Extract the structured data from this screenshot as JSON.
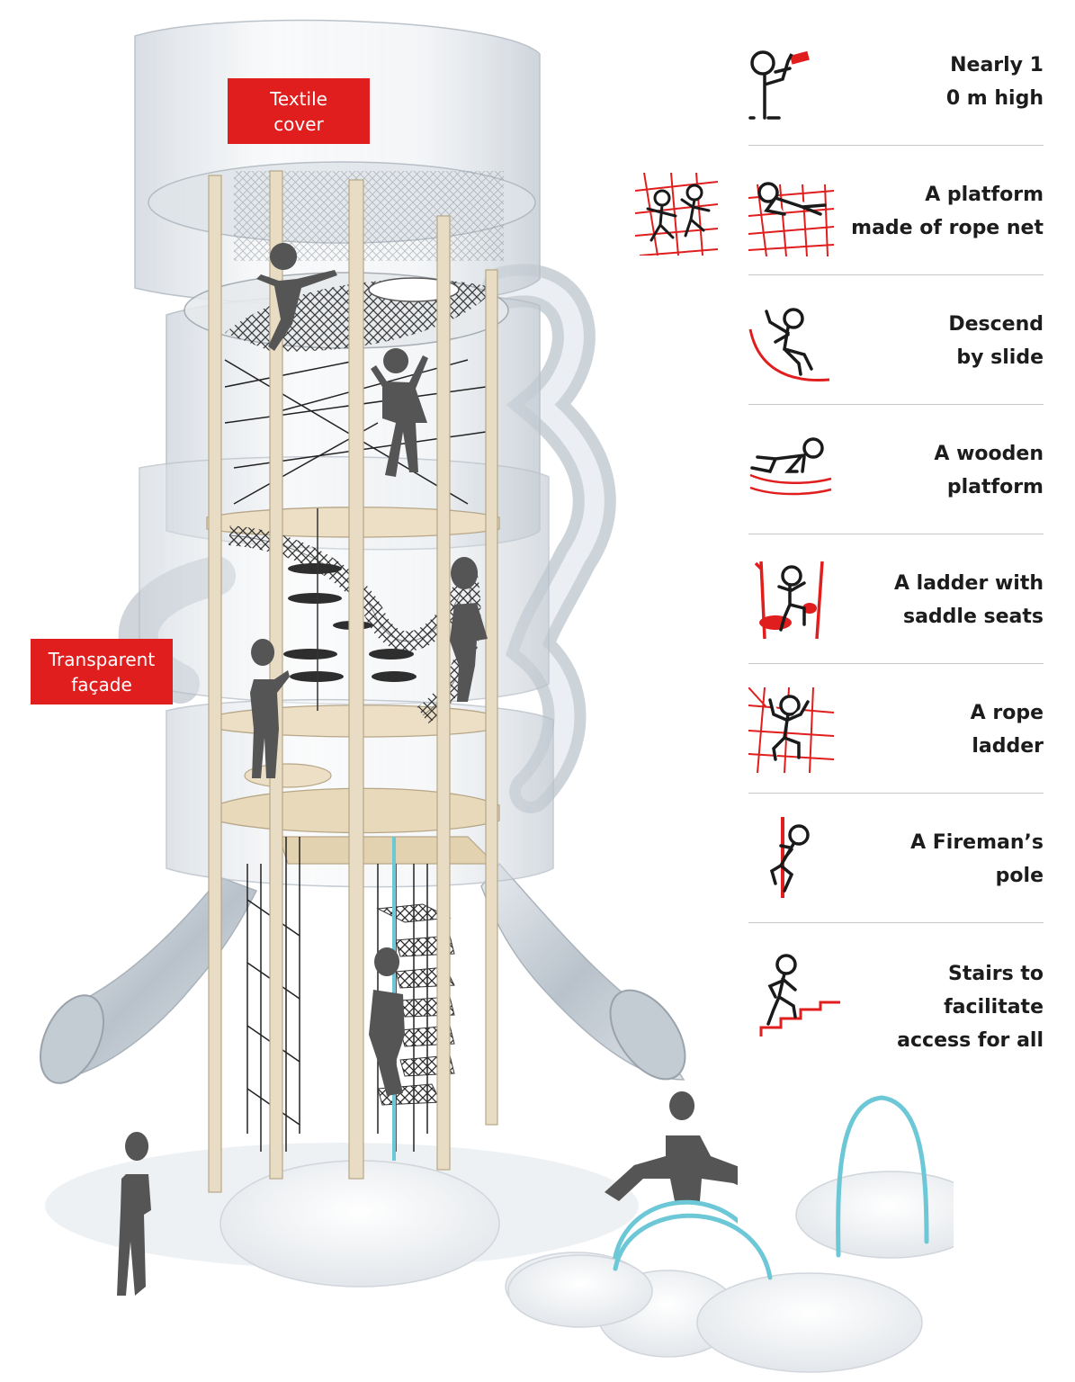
{
  "labels": {
    "textile_cover": [
      "Textile",
      "cover"
    ],
    "transparent_facade": [
      "Transparent",
      "façade"
    ]
  },
  "features": [
    {
      "id": "height",
      "icon": "person-with-telescope-icon",
      "lines": [
        "Nearly 1",
        "0 m high"
      ]
    },
    {
      "id": "rope-net-platform",
      "icon": "person-lying-on-net-icon",
      "lines": [
        "A platform",
        "made of rope net"
      ]
    },
    {
      "id": "slide",
      "icon": "person-sliding-icon",
      "lines": [
        "Descend",
        "by slide"
      ]
    },
    {
      "id": "wooden-platform",
      "icon": "person-crawling-icon",
      "lines": [
        "A wooden",
        "platform"
      ]
    },
    {
      "id": "ladder-saddle",
      "icon": "person-on-ladder-seat-icon",
      "lines": [
        "A ladder with",
        "saddle seats"
      ]
    },
    {
      "id": "rope-ladder",
      "icon": "person-climbing-rope-icon",
      "lines": [
        "A rope",
        "ladder"
      ]
    },
    {
      "id": "fireman-pole",
      "icon": "person-on-pole-icon",
      "lines": [
        "A Fireman’s",
        "pole"
      ]
    },
    {
      "id": "stairs",
      "icon": "person-climbing-stairs-icon",
      "lines": [
        "Stairs to",
        "facilitate",
        "access for all"
      ]
    }
  ],
  "colors": {
    "accent_red": "#e01e1e",
    "wood": "#e8dcc4",
    "glass": "#d7dde3",
    "silhouette": "#5a5a5a",
    "arch_blue": "#6cc7d6",
    "separator": "#c8c8c8"
  }
}
